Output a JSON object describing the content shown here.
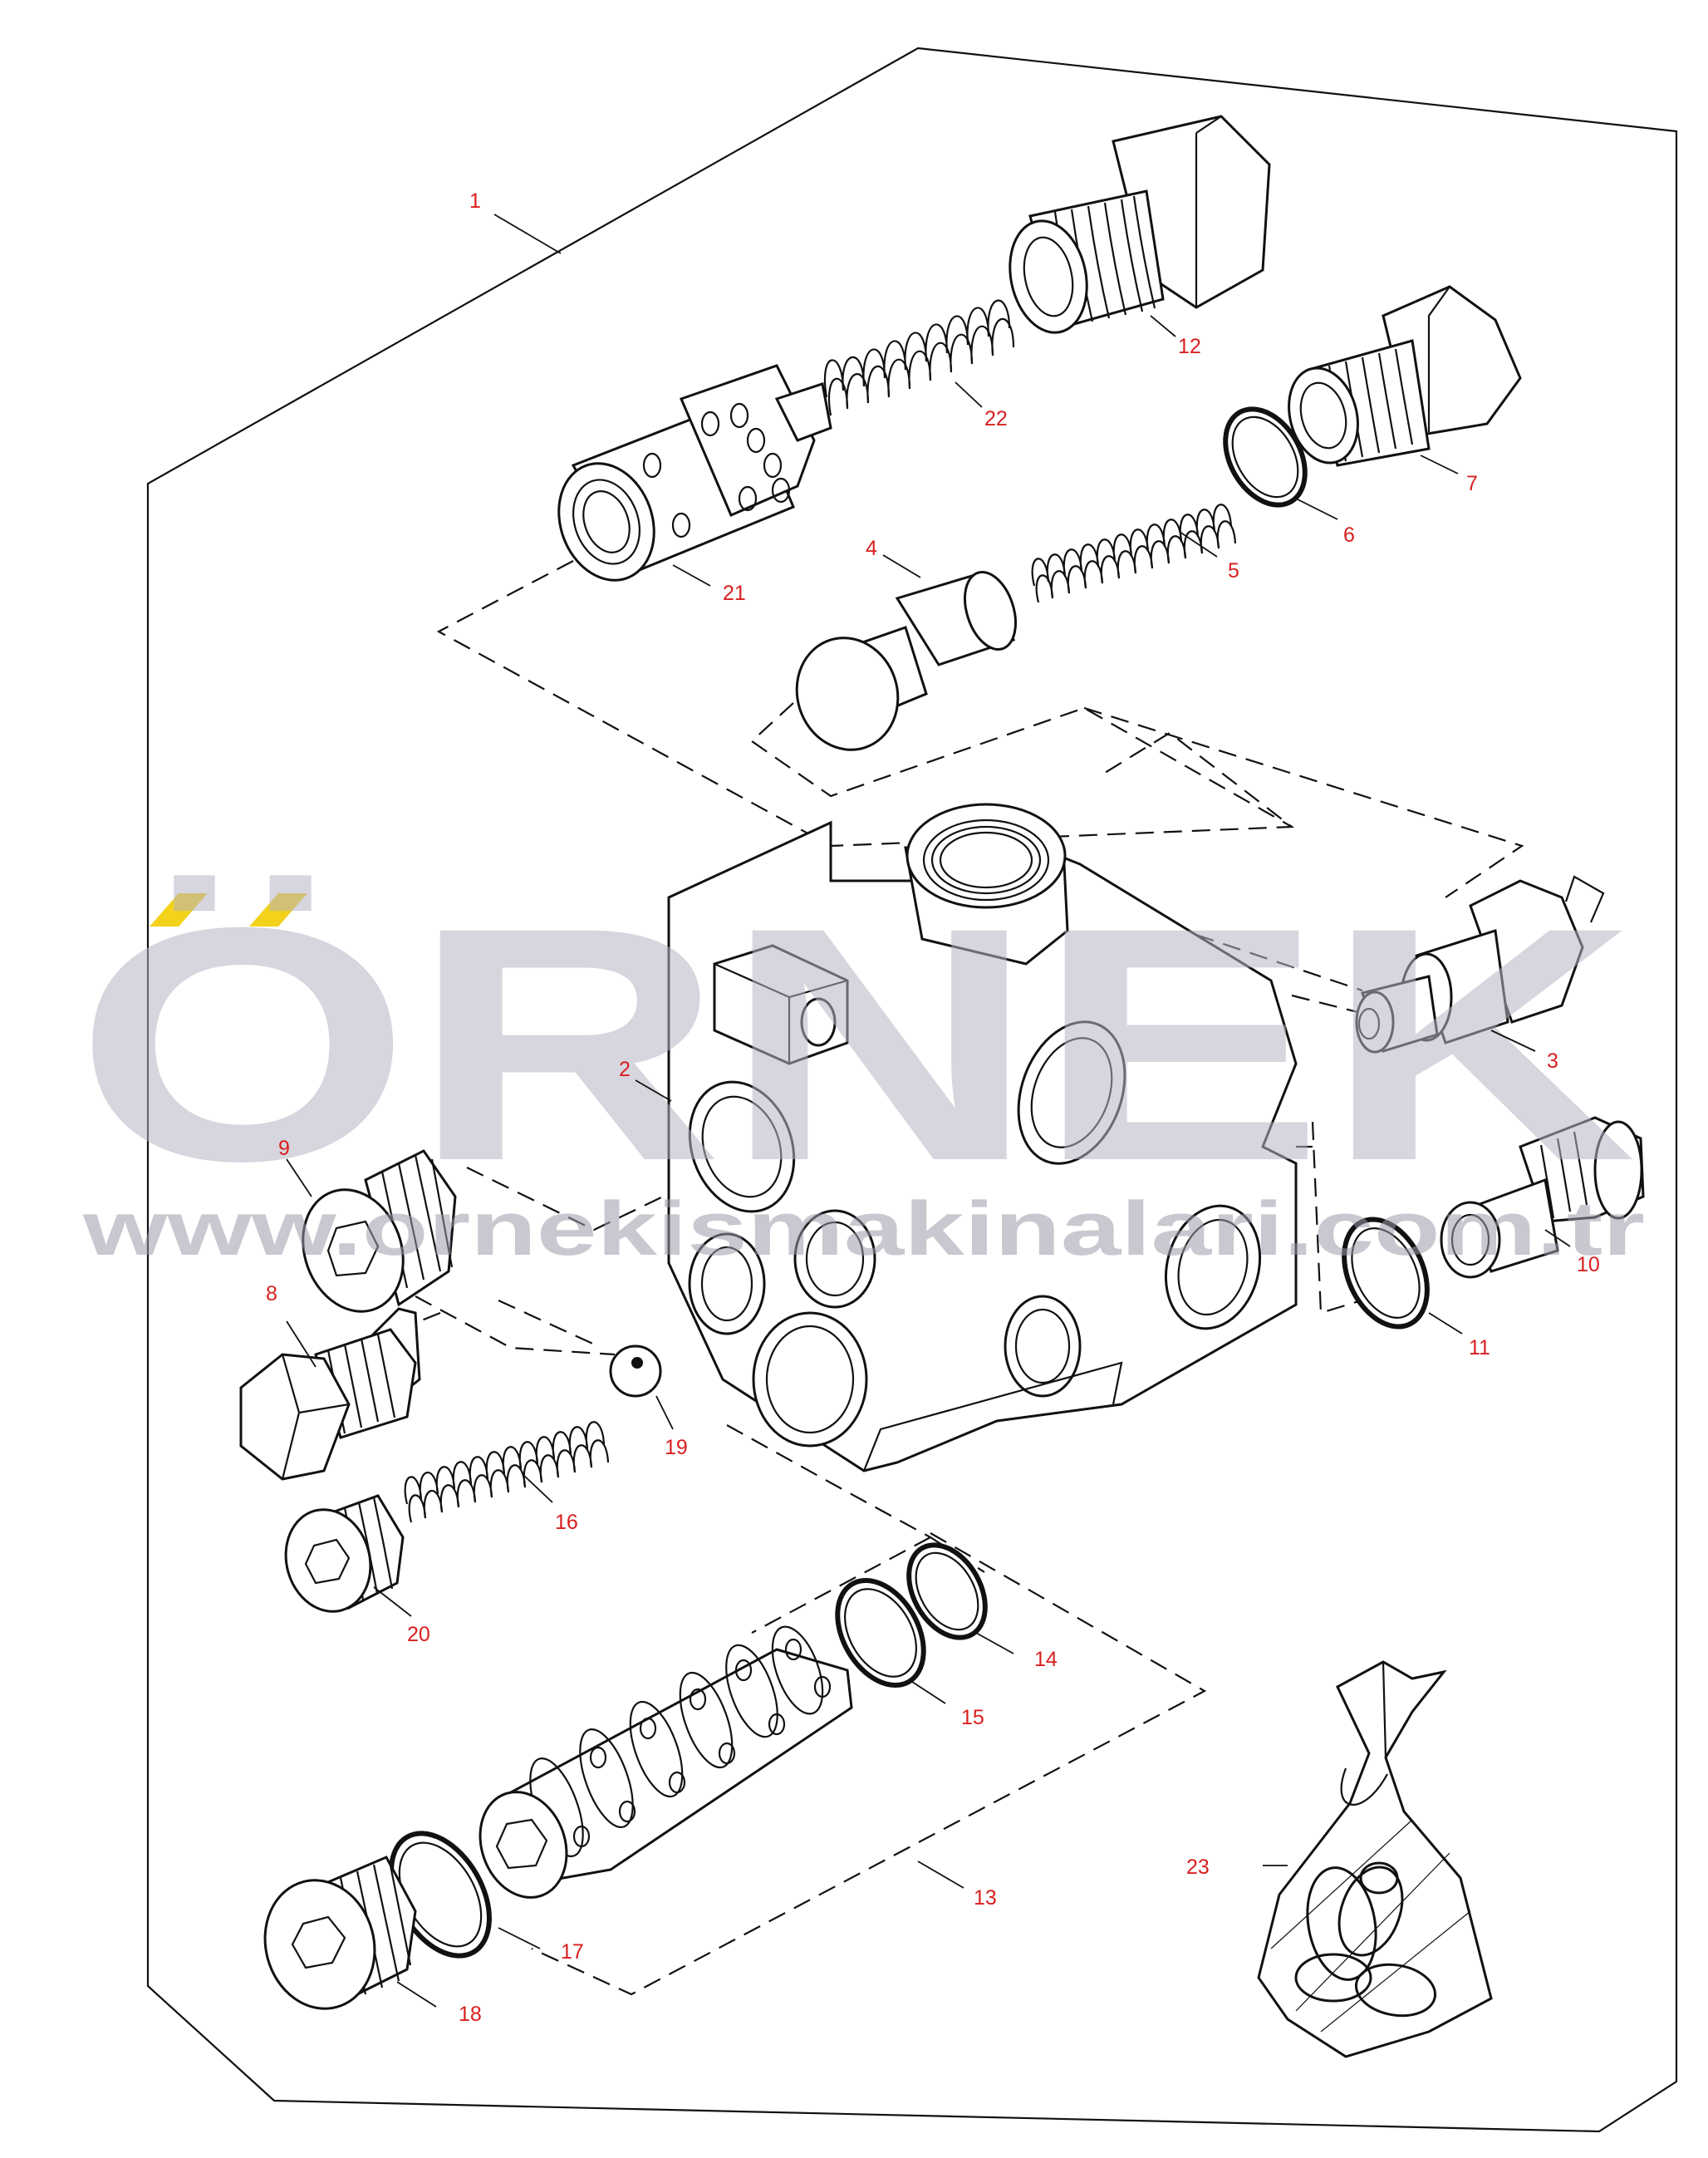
{
  "watermark": {
    "brand": "ÖRNEK",
    "url": "www.ornekismakinalari.com.tr",
    "accent_color": "#f2d21b"
  },
  "callouts": {
    "c1": "1",
    "c2": "2",
    "c3": "3",
    "c4": "4",
    "c5": "5",
    "c6": "6",
    "c7": "7",
    "c8": "8",
    "c9": "9",
    "c10": "10",
    "c11": "11",
    "c12": "12",
    "c13": "13",
    "c14": "14",
    "c15": "15",
    "c16": "16",
    "c17": "17",
    "c18": "18",
    "c19": "19",
    "c20": "20",
    "c21": "21",
    "c22": "22",
    "c23": "23"
  },
  "colors": {
    "callout": "#d81f1f",
    "line": "#111111"
  }
}
